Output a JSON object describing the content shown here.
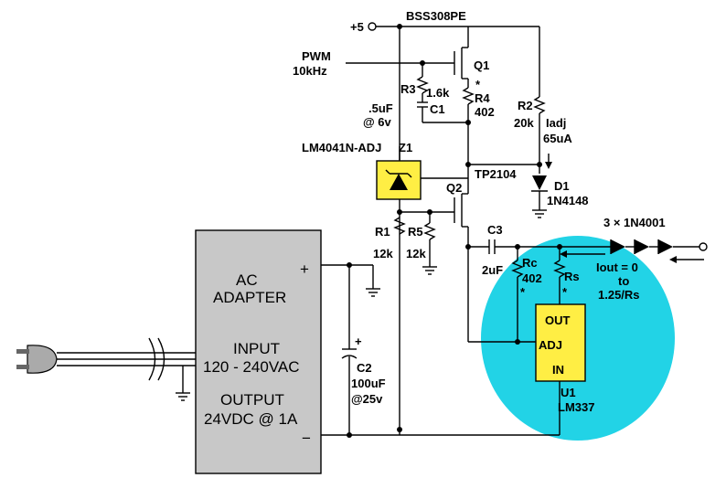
{
  "colors": {
    "highlight": "#22d3e6",
    "ic_fill": "#ffee44",
    "adapter_fill": "#c8c8c8",
    "wire": "#000000"
  },
  "labels": {
    "v5": "+5",
    "bss": "BSS308PE",
    "pwm": "PWM",
    "freq": "10kHz",
    "q1": "Q1",
    "r3": "R3",
    "r3_val": "1.6k",
    "c1": "C1",
    "r4": "R4",
    "r4_val": "402",
    "cap_val": ".5uF",
    "cap_v": "@ 6v",
    "lm4041": "LM4041N-ADJ",
    "z1": "Z1",
    "r2": "R2",
    "r2_val": "20k",
    "iadj": "Iadj",
    "iadj_val": "65uA",
    "tp2104": "TP2104",
    "d1": "D1",
    "d1_part": "1N4148",
    "q2": "Q2",
    "c3": "C3",
    "diodes": "3 × 1N4001",
    "r1": "R1",
    "r1_val": "12k",
    "r5": "R5",
    "r5_val": "12k",
    "rc": "Rc",
    "rc_val": "402",
    "c3_val": "2uF",
    "rs": "Rs",
    "iout1": "Iout = 0",
    "iout2": "to",
    "iout3": "1.25/Rs",
    "out": "OUT",
    "adj": "ADJ",
    "in": "IN",
    "u1": "U1",
    "lm337": "LM337",
    "c2": "C2",
    "c2_val": "100uF",
    "c2_v": "@25v",
    "plus": "+",
    "minus": "−",
    "cap_plus": "+",
    "star": "*",
    "ac1": "AC",
    "ac2": "ADAPTER",
    "input1": "INPUT",
    "input2": "120 - 240VAC",
    "output1": "OUTPUT",
    "output2": "24VDC @ 1A"
  }
}
